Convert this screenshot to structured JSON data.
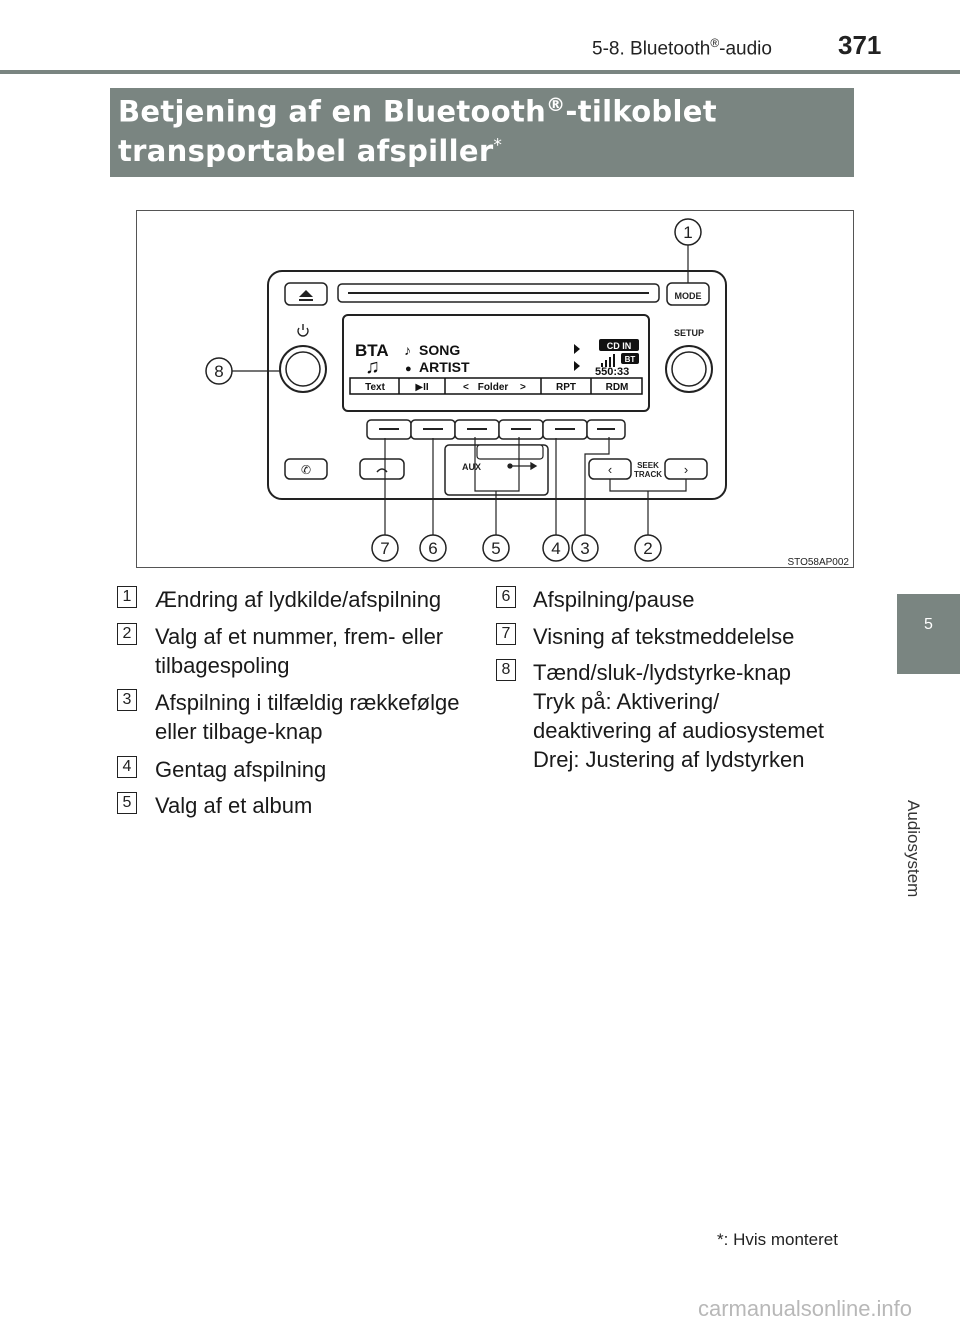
{
  "header": {
    "section_pre": "5-8. Bluetooth",
    "section_reg": "®",
    "section_post": "-audio",
    "page_number": "371"
  },
  "side_tab": {
    "chapter_number": "5",
    "chapter_label": "Audiosystem"
  },
  "title": {
    "line1_pre": "Betjening af en Bluetooth",
    "line1_reg": "®",
    "line1_post": "-tilkoblet",
    "line2": "transportabel afspiller",
    "line2_mark": "*"
  },
  "figure": {
    "code": "STO58AP002",
    "callouts": [
      "1",
      "2",
      "3",
      "4",
      "5",
      "6",
      "7",
      "8"
    ],
    "display": {
      "source": "BTA",
      "song": "SONG",
      "artist": "ARTIST",
      "cd_in": "CD IN",
      "bt": "BT",
      "time": "550:33",
      "softkeys": [
        "Text",
        "▶II",
        "Folder",
        "RPT",
        "RDM"
      ]
    },
    "labels": {
      "mode": "MODE",
      "setup": "SETUP",
      "seek1": "SEEK",
      "seek2": "TRACK",
      "aux": "AUX"
    },
    "icons": [
      "eject-icon",
      "power-icon",
      "phone-icon",
      "hangup-icon",
      "usb-icon",
      "chevron-left-icon",
      "chevron-right-icon"
    ]
  },
  "legend": [
    {
      "num": "1",
      "lines": [
        "Ændring af lydkilde/afspilning"
      ]
    },
    {
      "num": "2",
      "lines": [
        "Valg af et nummer, frem- eller",
        "tilbagespoling"
      ]
    },
    {
      "num": "3",
      "lines": [
        "Afspilning i tilfældig rækkefølge",
        "eller tilbage-knap"
      ]
    },
    {
      "num": "4",
      "lines": [
        "Gentag afspilning"
      ]
    },
    {
      "num": "5",
      "lines": [
        "Valg af et album"
      ]
    },
    {
      "num": "6",
      "lines": [
        "Afspilning/pause"
      ]
    },
    {
      "num": "7",
      "lines": [
        "Visning af tekstmeddelelse"
      ]
    },
    {
      "num": "8",
      "lines": [
        "Tænd/sluk-/lydstyrke-knap",
        "Tryk på: Aktivering/",
        "deaktivering af audiosystemet",
        "Drej: Justering af lydstyrken"
      ]
    }
  ],
  "footnote": {
    "mark": "*",
    "text": ": Hvis monteret"
  },
  "watermark": "carmanualsonline.info"
}
